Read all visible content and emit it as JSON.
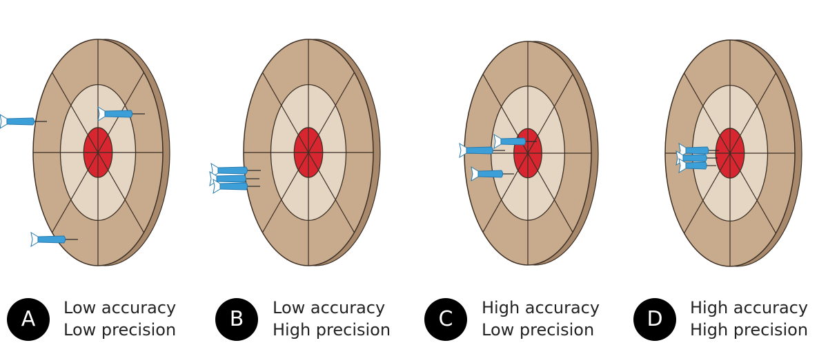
{
  "colors": {
    "board_outer": "#c8aa8c",
    "board_edge": "#a8896c",
    "board_inner": "#e5d6c4",
    "bullseye": "#d7262f",
    "dart": "#3d9fd8",
    "dart_dark": "#2478ad",
    "badge": "#000000"
  },
  "panels": [
    {
      "letter": "A",
      "line1": "Low accuracy",
      "line2": "Low precision",
      "grouping": "scattered-off-center"
    },
    {
      "letter": "B",
      "line1": "Low accuracy",
      "line2": "High precision",
      "grouping": "clustered-off-center"
    },
    {
      "letter": "C",
      "line1": "High accuracy",
      "line2": "Low precision",
      "grouping": "scattered-near-center"
    },
    {
      "letter": "D",
      "line1": "High accuracy",
      "line2": "High precision",
      "grouping": "clustered-at-center"
    }
  ]
}
